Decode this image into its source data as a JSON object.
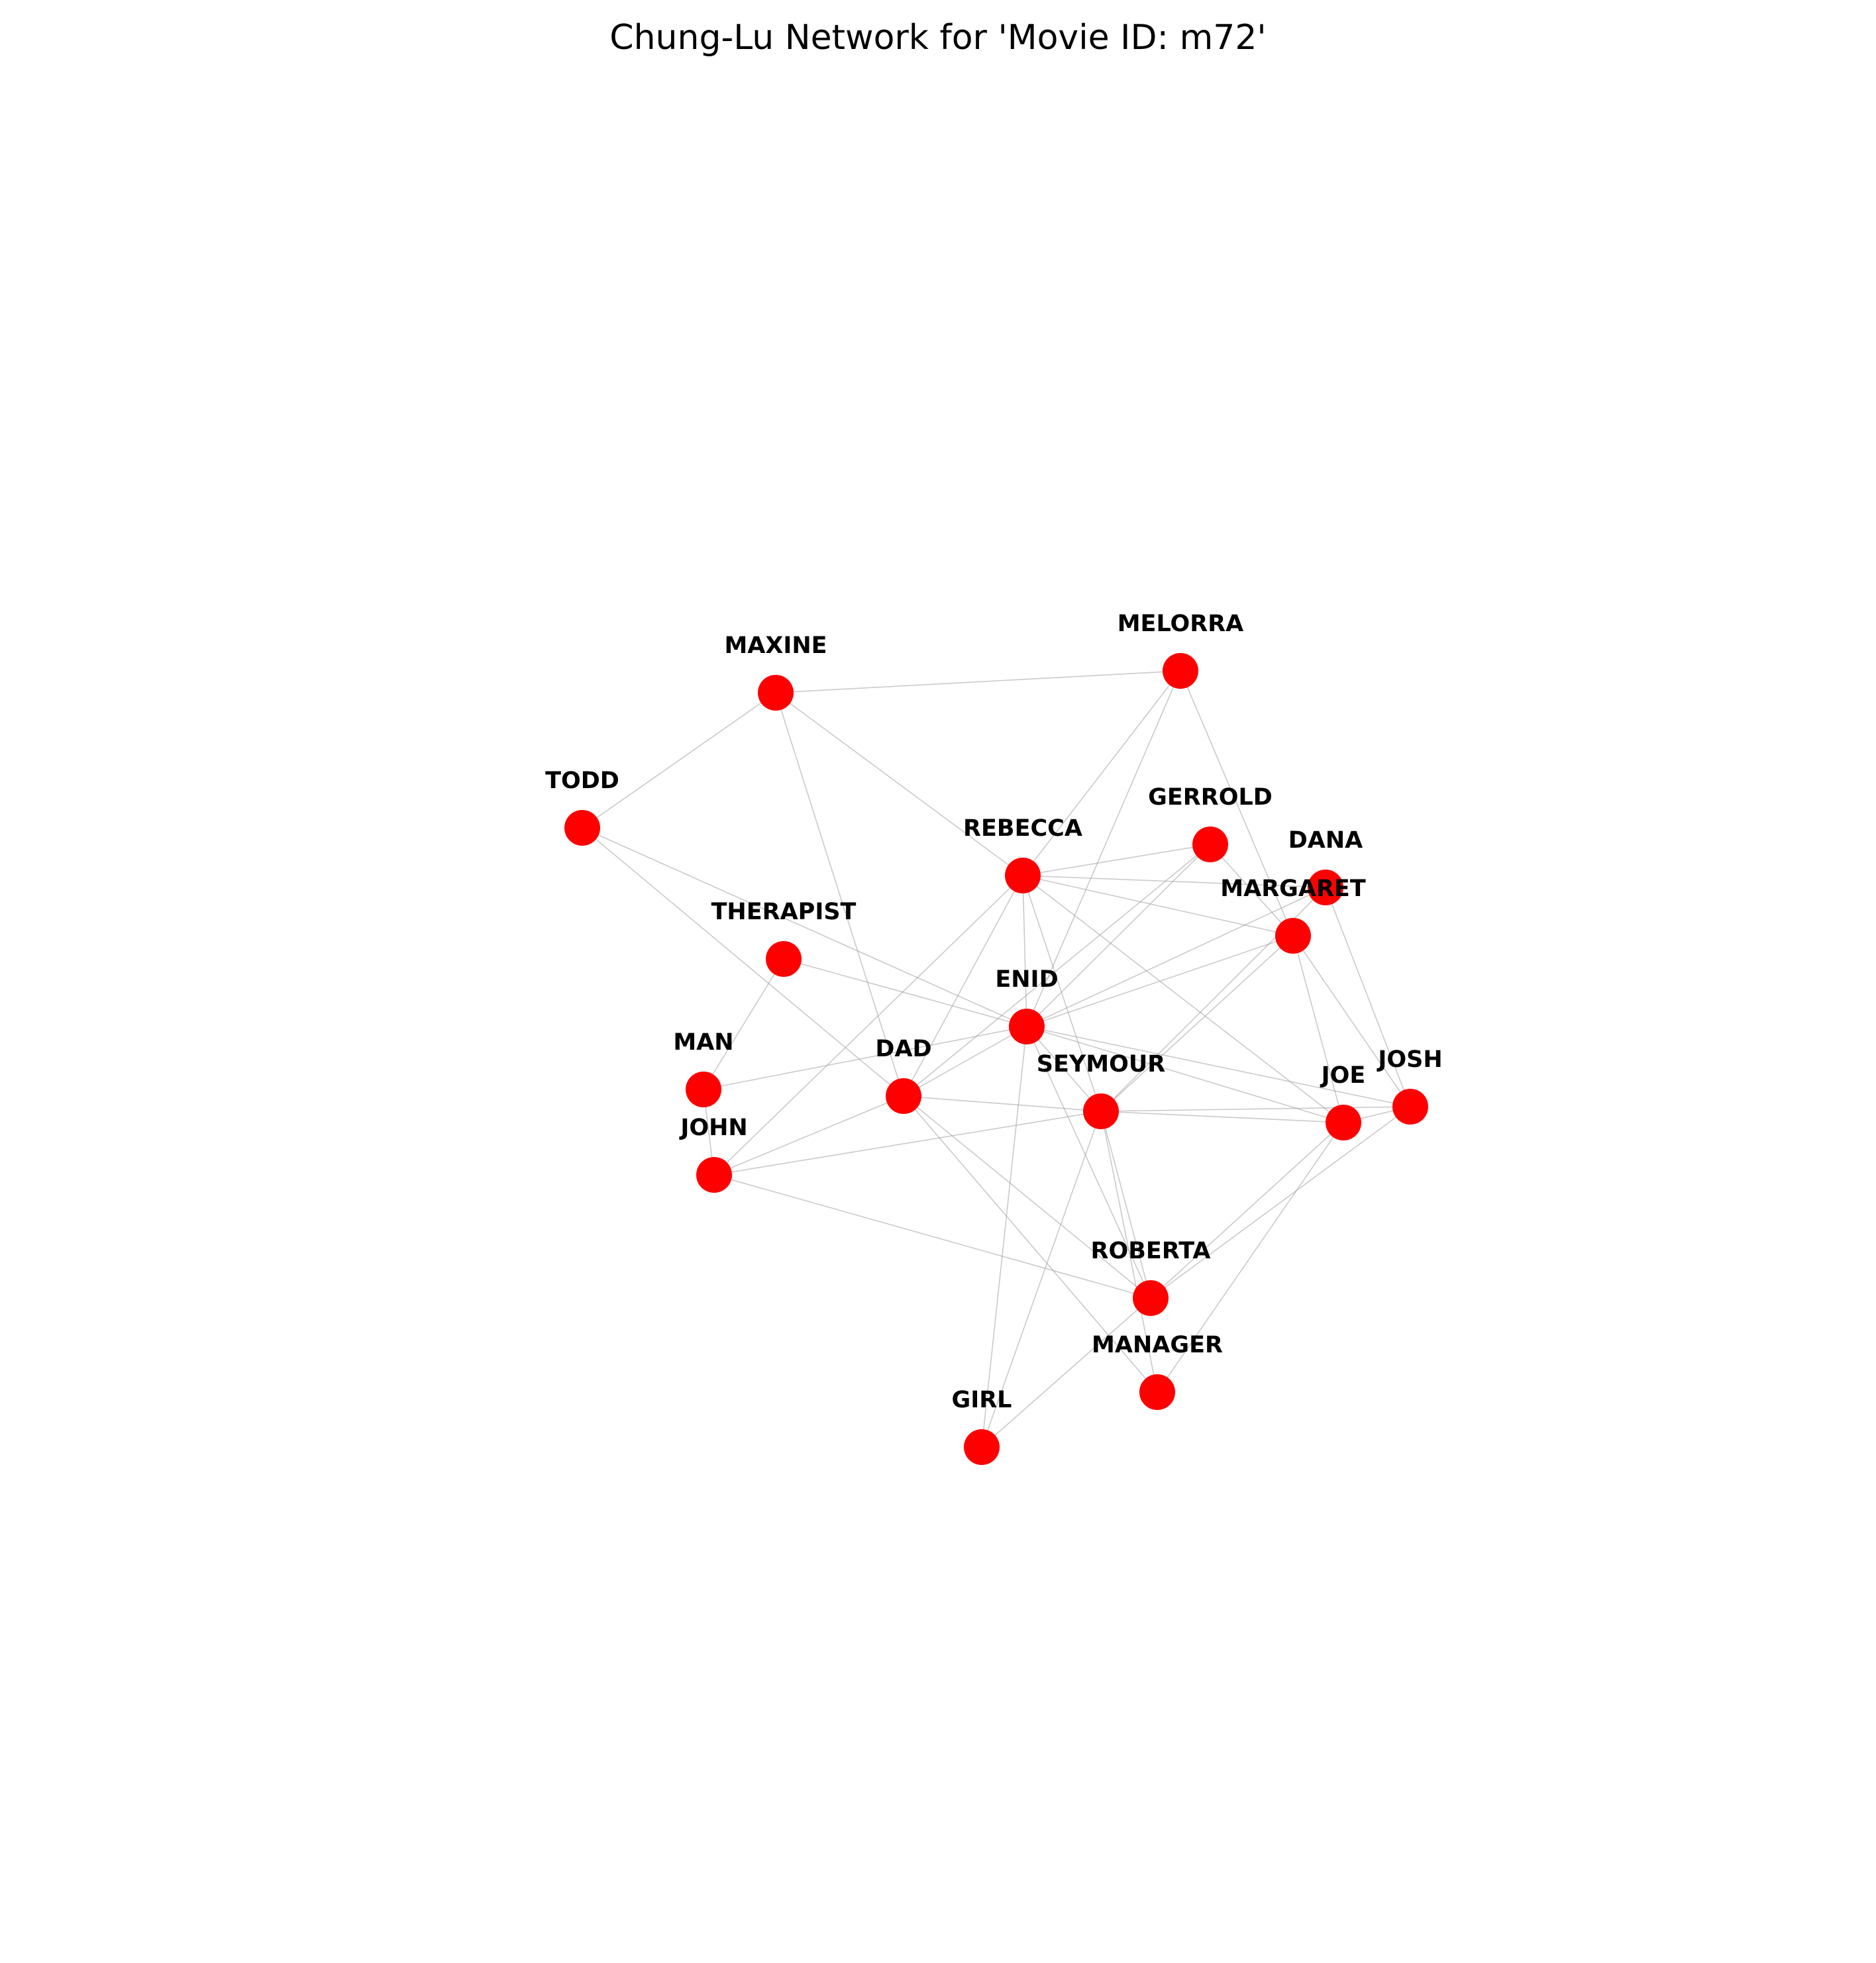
{
  "title": "Chung-Lu Network for 'Movie ID: m72'",
  "colors": {
    "node": "#ff0000",
    "edge": "#9e9e9e",
    "label": "#000000",
    "background": "#ffffff"
  },
  "nodes": [
    {
      "id": "MAXINE",
      "label": "MAXINE"
    },
    {
      "id": "MELORRA",
      "label": "MELORRA"
    },
    {
      "id": "TODD",
      "label": "TODD"
    },
    {
      "id": "REBECCA",
      "label": "REBECCA"
    },
    {
      "id": "GERROLD",
      "label": "GERROLD"
    },
    {
      "id": "DANA",
      "label": "DANA"
    },
    {
      "id": "MARGARET",
      "label": "MARGARET"
    },
    {
      "id": "THERAPIST",
      "label": "THERAPIST"
    },
    {
      "id": "ENID",
      "label": "ENID"
    },
    {
      "id": "MAN",
      "label": "MAN"
    },
    {
      "id": "DAD",
      "label": "DAD"
    },
    {
      "id": "SEYMOUR",
      "label": "SEYMOUR"
    },
    {
      "id": "JOE",
      "label": "JOE"
    },
    {
      "id": "JOSH",
      "label": "JOSH"
    },
    {
      "id": "JOHN",
      "label": "JOHN"
    },
    {
      "id": "ROBERTA",
      "label": "ROBERTA"
    },
    {
      "id": "MANAGER",
      "label": "MANAGER"
    },
    {
      "id": "GIRL",
      "label": "GIRL"
    }
  ],
  "edges": [
    [
      "MAXINE",
      "MELORRA"
    ],
    [
      "MAXINE",
      "TODD"
    ],
    [
      "MAXINE",
      "REBECCA"
    ],
    [
      "MAXINE",
      "DAD"
    ],
    [
      "MELORRA",
      "REBECCA"
    ],
    [
      "MELORRA",
      "ENID"
    ],
    [
      "MELORRA",
      "MARGARET"
    ],
    [
      "TODD",
      "ENID"
    ],
    [
      "TODD",
      "DAD"
    ],
    [
      "REBECCA",
      "GERROLD"
    ],
    [
      "REBECCA",
      "DANA"
    ],
    [
      "REBECCA",
      "MARGARET"
    ],
    [
      "REBECCA",
      "ENID"
    ],
    [
      "REBECCA",
      "SEYMOUR"
    ],
    [
      "REBECCA",
      "JOE"
    ],
    [
      "REBECCA",
      "DAD"
    ],
    [
      "REBECCA",
      "JOHN"
    ],
    [
      "GERROLD",
      "ENID"
    ],
    [
      "GERROLD",
      "DAD"
    ],
    [
      "GERROLD",
      "MARGARET"
    ],
    [
      "DANA",
      "ENID"
    ],
    [
      "DANA",
      "SEYMOUR"
    ],
    [
      "DANA",
      "JOSH"
    ],
    [
      "MARGARET",
      "ENID"
    ],
    [
      "MARGARET",
      "SEYMOUR"
    ],
    [
      "MARGARET",
      "JOE"
    ],
    [
      "MARGARET",
      "JOSH"
    ],
    [
      "THERAPIST",
      "ENID"
    ],
    [
      "THERAPIST",
      "MAN"
    ],
    [
      "ENID",
      "MAN"
    ],
    [
      "ENID",
      "DAD"
    ],
    [
      "ENID",
      "SEYMOUR"
    ],
    [
      "ENID",
      "JOE"
    ],
    [
      "ENID",
      "JOSH"
    ],
    [
      "ENID",
      "ROBERTA"
    ],
    [
      "ENID",
      "GIRL"
    ],
    [
      "MAN",
      "JOHN"
    ],
    [
      "DAD",
      "SEYMOUR"
    ],
    [
      "DAD",
      "ROBERTA"
    ],
    [
      "DAD",
      "MANAGER"
    ],
    [
      "SEYMOUR",
      "JOE"
    ],
    [
      "SEYMOUR",
      "JOSH"
    ],
    [
      "SEYMOUR",
      "ROBERTA"
    ],
    [
      "SEYMOUR",
      "JOHN"
    ],
    [
      "SEYMOUR",
      "GIRL"
    ],
    [
      "SEYMOUR",
      "MANAGER"
    ],
    [
      "JOE",
      "JOSH"
    ],
    [
      "JOE",
      "ROBERTA"
    ],
    [
      "JOE",
      "MANAGER"
    ],
    [
      "JOSH",
      "ROBERTA"
    ],
    [
      "JOHN",
      "DAD"
    ],
    [
      "JOHN",
      "ROBERTA"
    ],
    [
      "ROBERTA",
      "GIRL"
    ]
  ]
}
